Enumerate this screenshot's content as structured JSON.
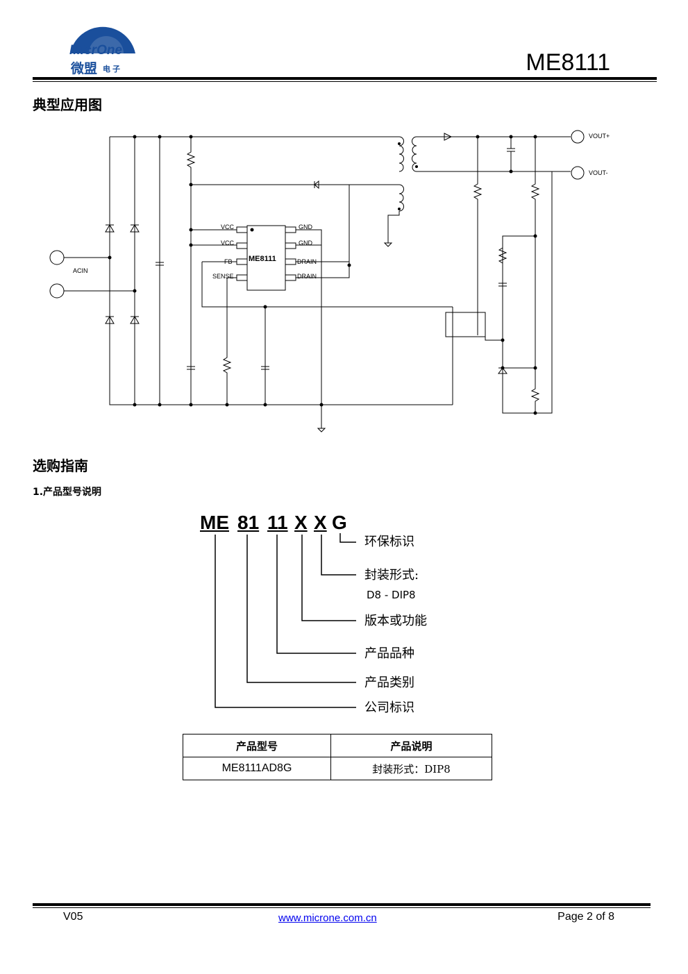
{
  "header": {
    "logo_text_en": "MicrOne",
    "logo_text_zh": "微盟",
    "logo_text_zh_small": "电子",
    "part_number": "ME8111"
  },
  "section_app": {
    "title": "典型应用图"
  },
  "schematic": {
    "acin": "ACIN",
    "vout_pos": "VOUT+",
    "vout_neg": "VOUT-",
    "chip": "ME8111",
    "pins_left": [
      "VCC",
      "VCC",
      "FB",
      "SENSE"
    ],
    "pins_right": [
      "GND",
      "GND",
      "DRAIN",
      "DRAIN"
    ]
  },
  "section_select": {
    "title": "选购指南",
    "subtitle": "1.产品型号说明"
  },
  "code": {
    "parts": [
      "ME",
      "81",
      "11",
      "X",
      "X",
      "G"
    ],
    "descriptions": {
      "g": "环保标识",
      "package": "封装形式:",
      "package_detail": "D8 - DIP8",
      "version": "版本或功能",
      "variety": "产品品种",
      "category": "产品类别",
      "company": "公司标识"
    }
  },
  "table": {
    "headers": [
      "产品型号",
      "产品说明"
    ],
    "rows": [
      [
        "ME8111AD8G",
        "封装形式：DIP8"
      ]
    ]
  },
  "footer": {
    "version": "V05",
    "url": "www.microne.com.cn",
    "page": "Page 2 of 8"
  },
  "colors": {
    "logo_blue": "#1a4f9c",
    "logo_orange": "#f08a00"
  }
}
